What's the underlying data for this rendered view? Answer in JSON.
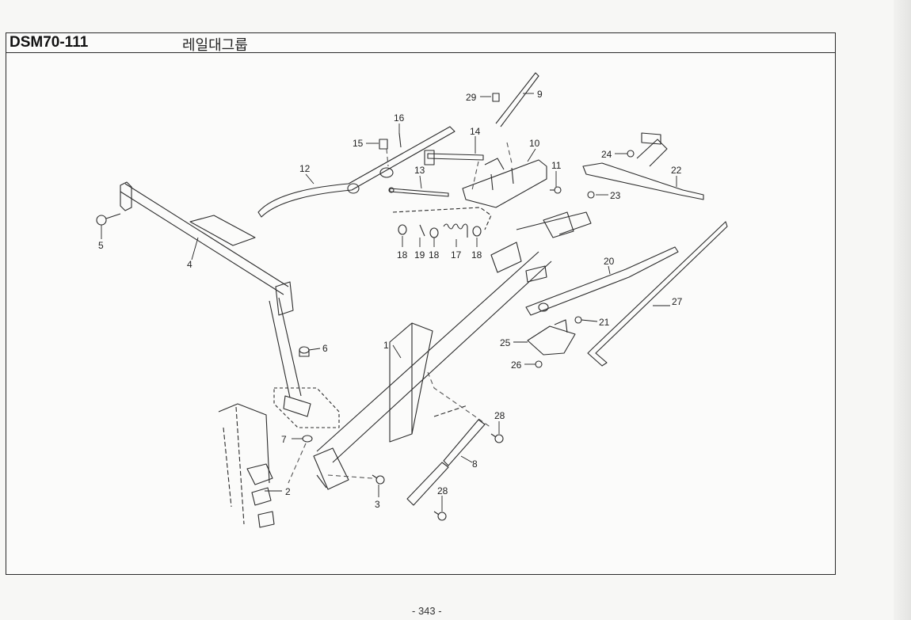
{
  "header": {
    "code": "DSM70-111",
    "title": "레일대그룹"
  },
  "callouts": [
    "1",
    "2",
    "3",
    "4",
    "5",
    "6",
    "7",
    "8",
    "9",
    "10",
    "11",
    "12",
    "13",
    "14",
    "15",
    "16",
    "17",
    "18",
    "18",
    "18",
    "19",
    "20",
    "21",
    "22",
    "23",
    "24",
    "25",
    "26",
    "27",
    "28",
    "28",
    "29"
  ],
  "footer": {
    "page": "- 343 -"
  }
}
